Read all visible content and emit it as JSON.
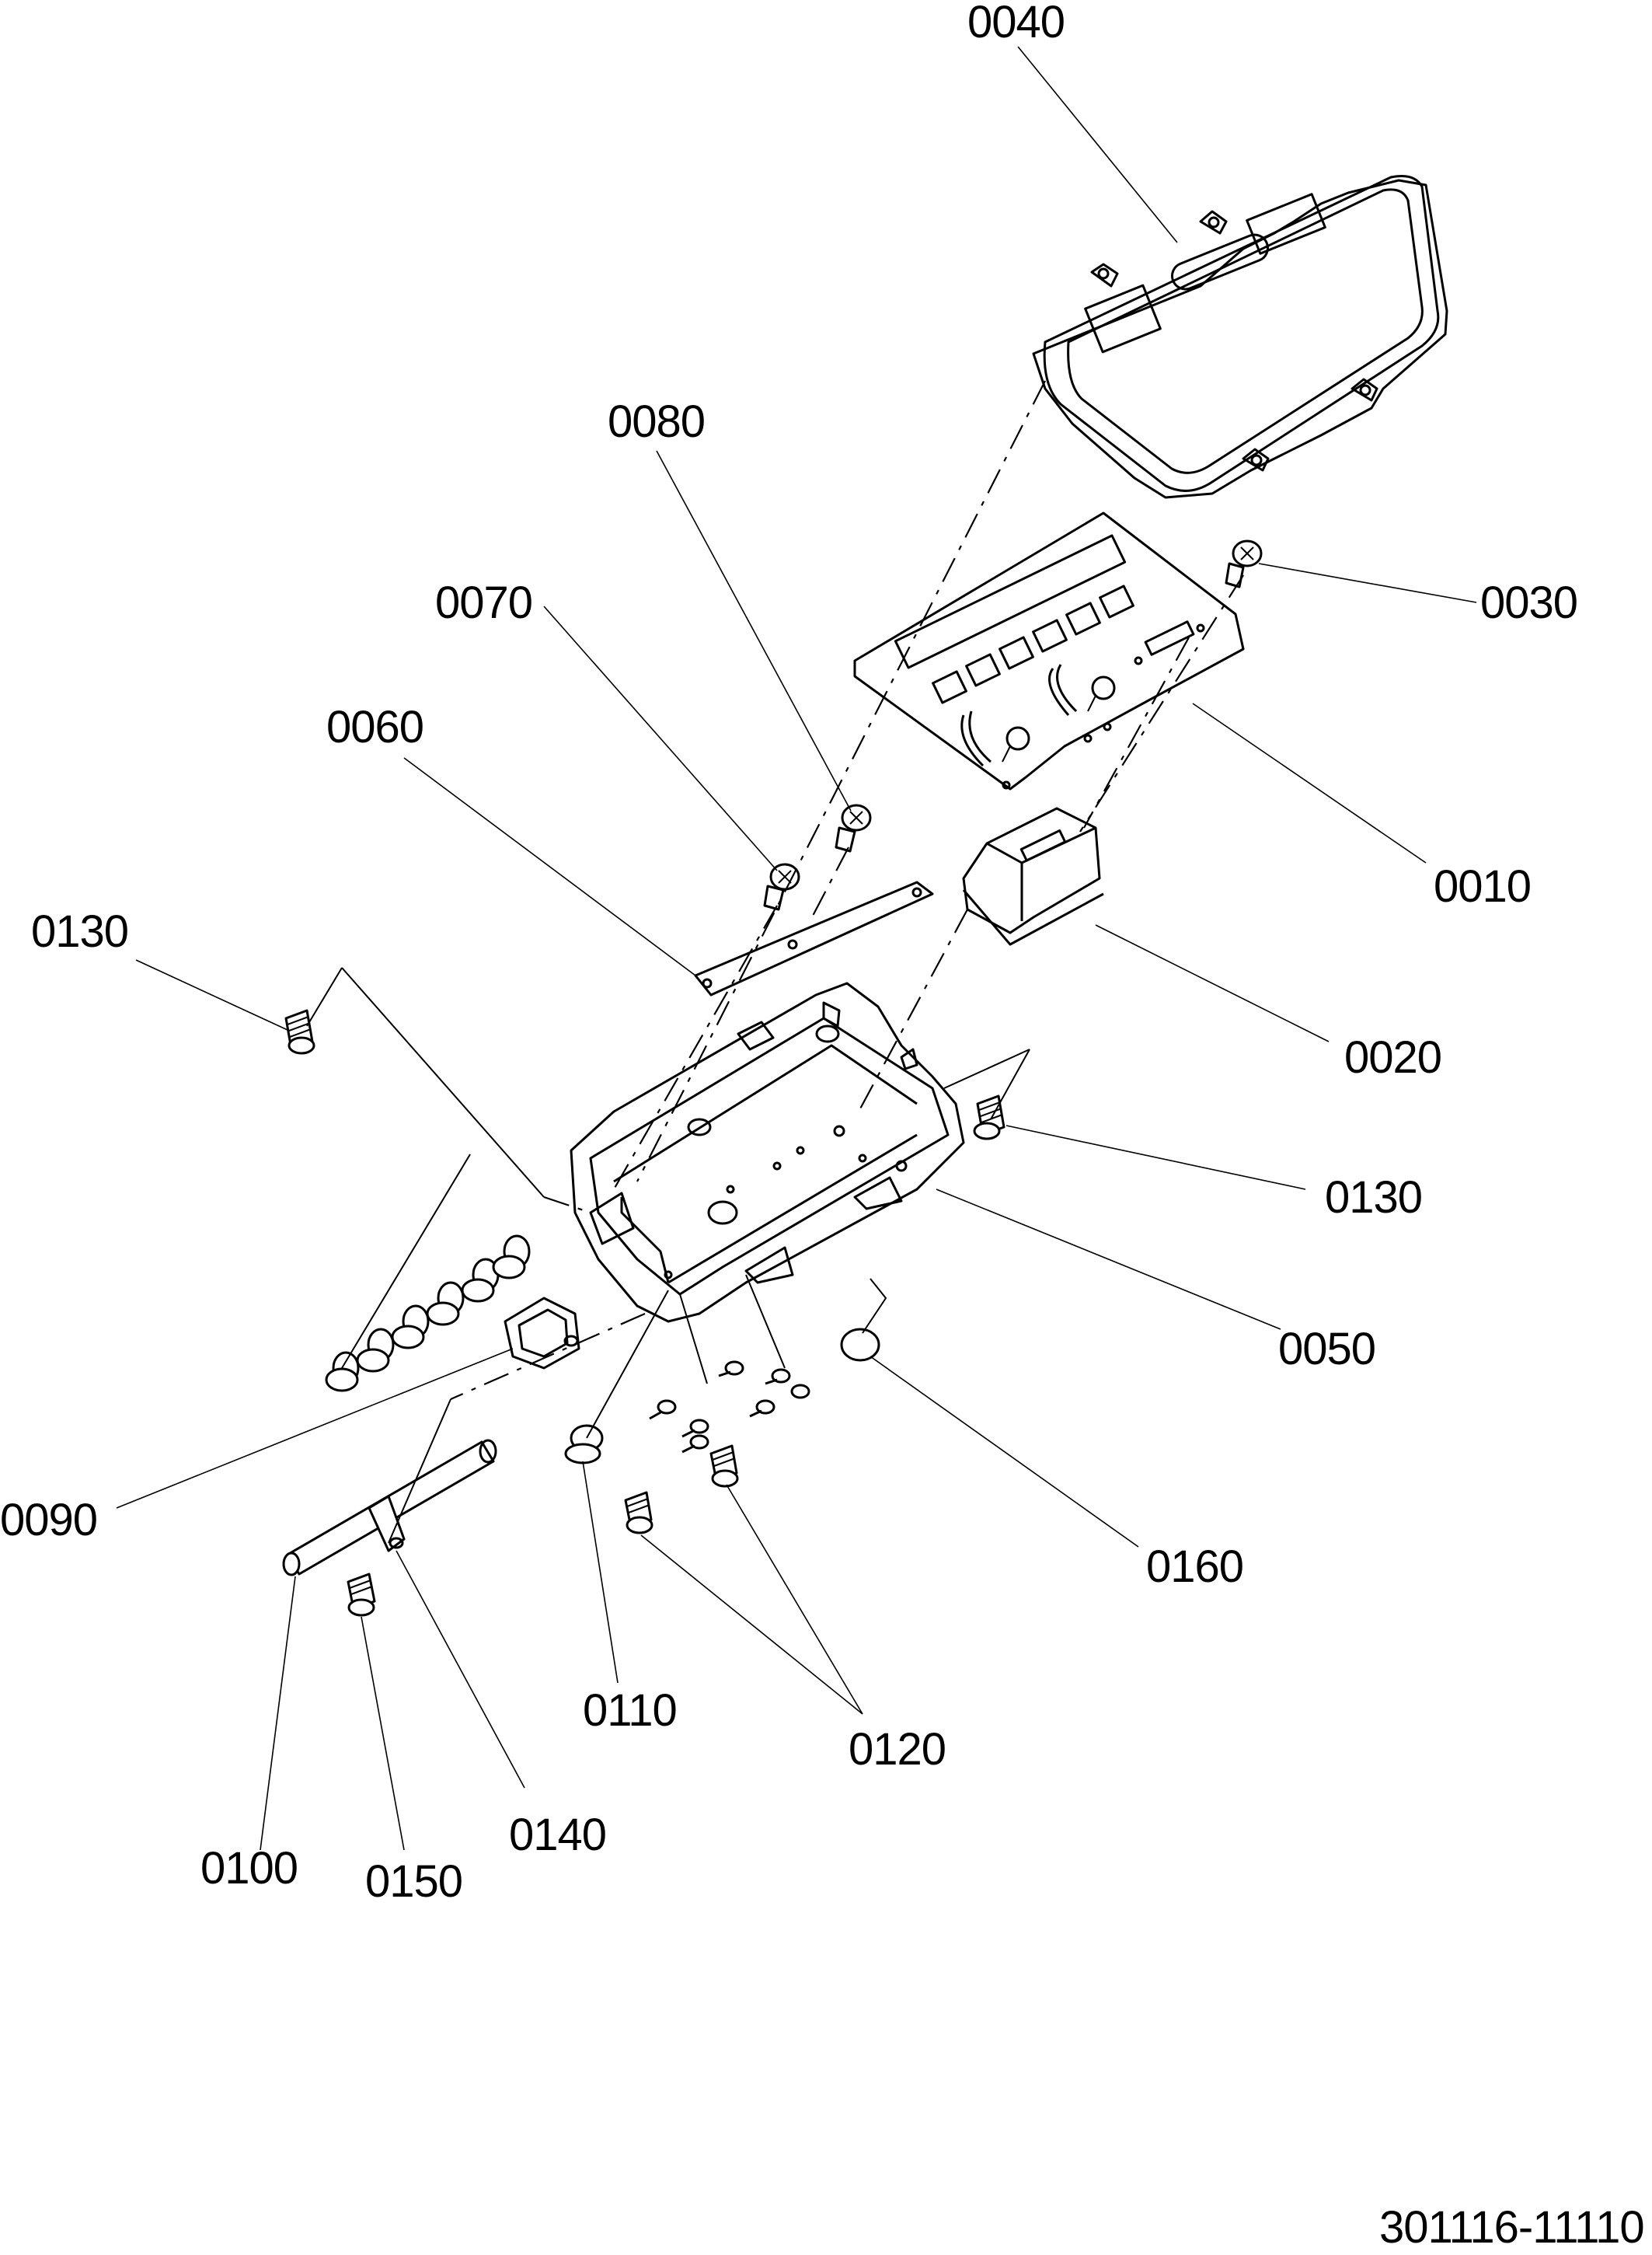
{
  "drawing_number": "301116-11110",
  "labels": {
    "l0040": "0040",
    "l0080": "0080",
    "l0030": "0030",
    "l0070": "0070",
    "l0060": "0060",
    "l0010": "0010",
    "l0130a": "0130",
    "l0020": "0020",
    "l0130b": "0130",
    "l0050": "0050",
    "l0090": "0090",
    "l0160": "0160",
    "l0110": "0110",
    "l0120": "0120",
    "l0140": "0140",
    "l0100": "0100",
    "l0150": "0150"
  }
}
